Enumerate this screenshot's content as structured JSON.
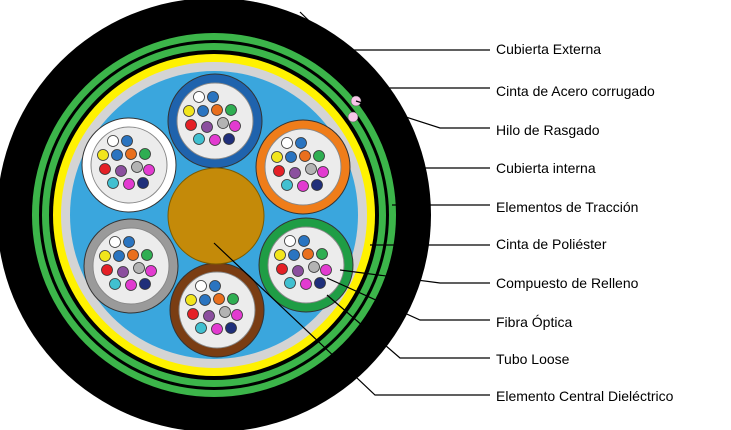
{
  "labels": [
    "Cubierta Externa",
    "Cinta de Acero corrugado",
    "Hilo de Rasgado",
    "Cubierta interna",
    "Elementos de Tracción",
    "Cinta de Poliéster",
    "Compuesto de Relleno",
    "Fibra Óptica",
    "Tubo Loose",
    "Elemento Central Dieléctrico"
  ],
  "colors": {
    "outer_jacket": "#000000",
    "steel_tape": "#3cb54a",
    "inner_jacket_yellow": "#fff200",
    "polyester_tape": "#d4d4d4",
    "filling": "#3aa6dd",
    "central_member": "#c48a09",
    "ripcord": "#f6c6e8",
    "tube_colors": [
      "#1f63ad",
      "#ef7d1a",
      "#1f9d45",
      "#7a3d13",
      "#9a9a9a",
      "#ffffff"
    ],
    "fiber_colors": [
      "#ffffff",
      "#2a74c0",
      "#e96f1d",
      "#2fae52",
      "#e42026",
      "#8b4f9e",
      "#41c0d0",
      "#e23bd0",
      "#b3b3b3",
      "#f2e51c",
      "#1f2f7a",
      "#6e6e6e"
    ]
  }
}
